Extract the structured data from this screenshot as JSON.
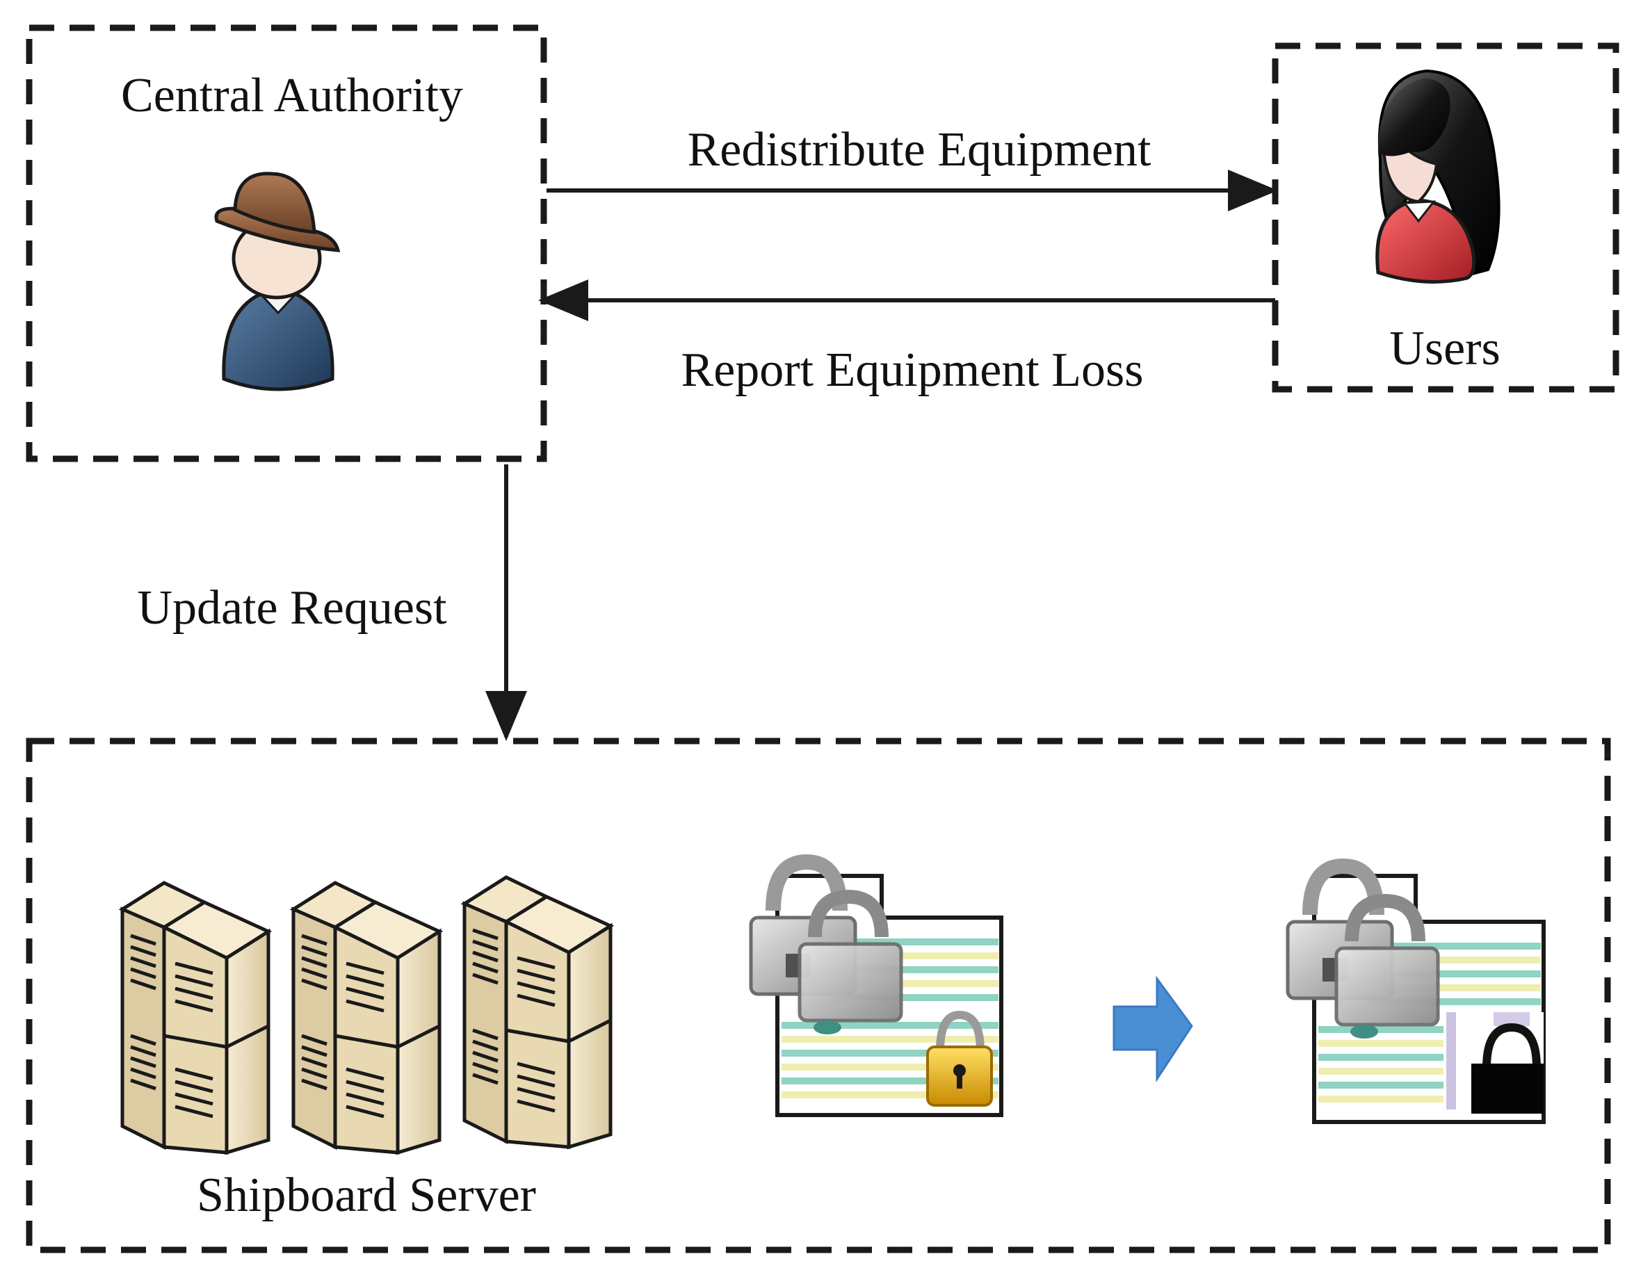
{
  "labels": {
    "central_authority": "Central Authority",
    "users": "Users",
    "redistribute": "Redistribute Equipment",
    "report_loss": "Report Equipment Loss",
    "update_request": "Update Request",
    "shipboard_server": "Shipboard Server"
  },
  "colors": {
    "line": "#1a1a1a",
    "hat": "#8a5a3a",
    "coat": "#2f4f74",
    "user_dress": "#d43a3c",
    "server_face": "#efe2c3",
    "lock_gold": "#e8b51a",
    "arrow_blue": "#4a8fd4",
    "paper_stripe_green": "#8fd3c2",
    "paper_stripe_yellow": "#efeeb0"
  },
  "icons": [
    "person-hat-icon",
    "woman-user-icon",
    "server-rack-icon",
    "encrypted-document-icon",
    "right-arrow-icon",
    "padlock-icon"
  ]
}
